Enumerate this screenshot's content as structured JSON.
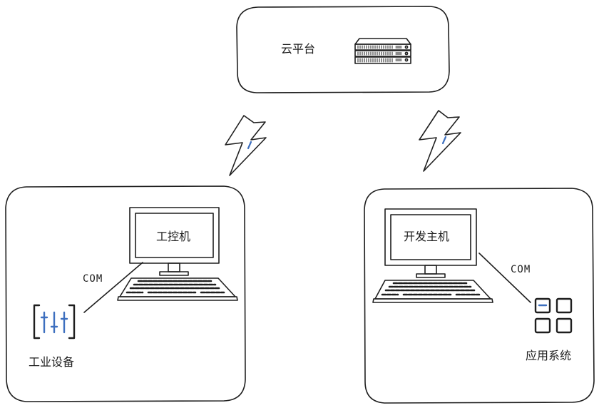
{
  "cloud": {
    "label": "云平台",
    "icon": "server-rack-icon"
  },
  "left_group": {
    "pc_label": "工控机",
    "connection_label": "COM",
    "device_label": "工业设备",
    "device_icon": "sliders-icon"
  },
  "right_group": {
    "pc_label": "开发主机",
    "connection_label": "COM",
    "app_label": "应用系统",
    "app_icon": "grid-apps-icon"
  },
  "links": [
    {
      "icon": "lightning-bolt-icon"
    },
    {
      "icon": "lightning-bolt-icon"
    }
  ],
  "colors": {
    "stroke": "#1e1e1e",
    "accent": "#3d6fbf"
  }
}
